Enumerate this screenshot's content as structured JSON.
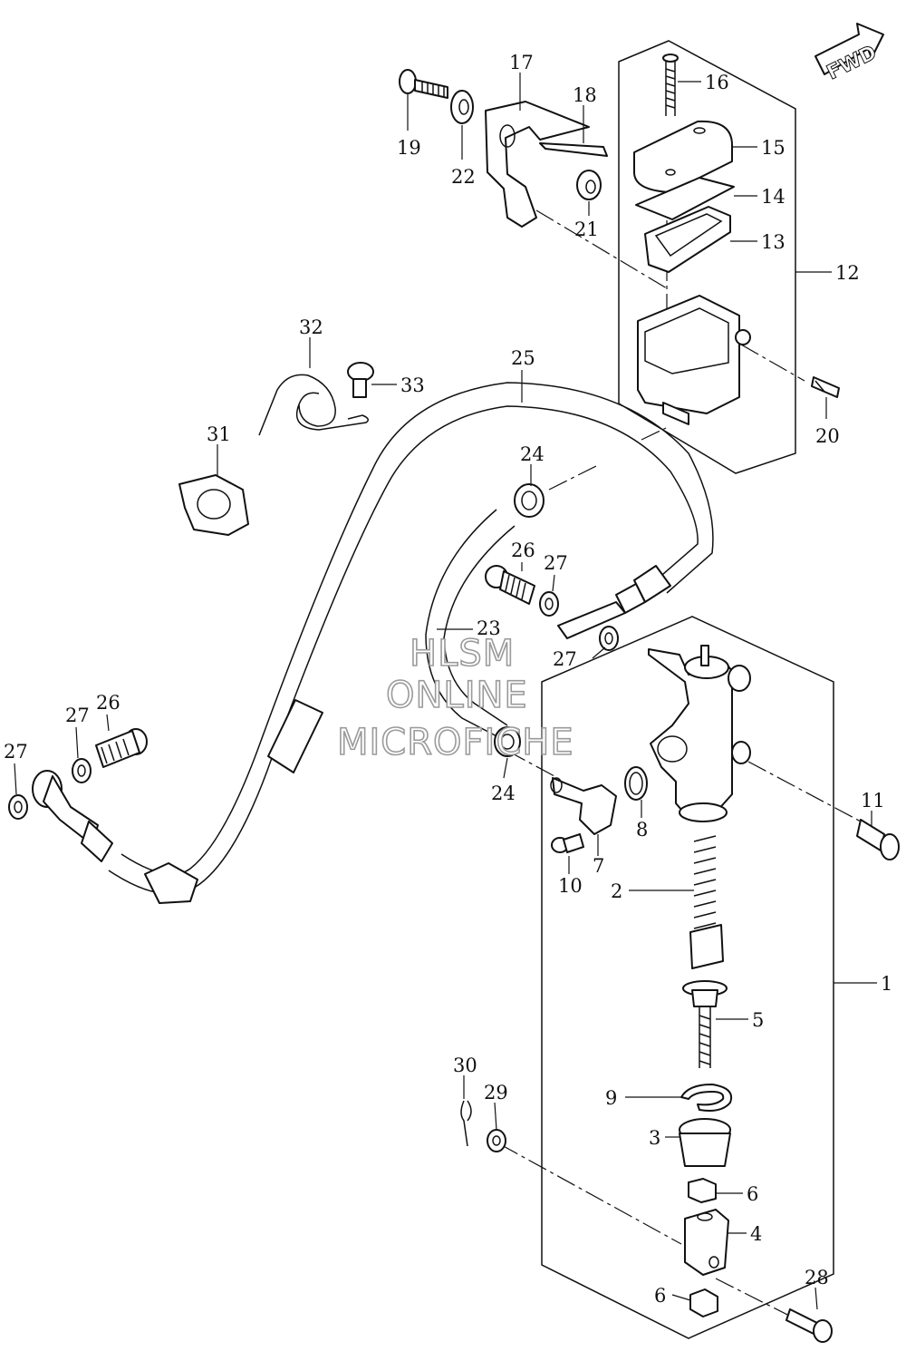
{
  "diagram": {
    "direction_label": "FWD",
    "watermark": {
      "line1": "HLSM",
      "line2": "ONLINE",
      "line3": "MICROFICHE"
    },
    "callouts": [
      "1",
      "2",
      "3",
      "4",
      "5",
      "6",
      "6",
      "7",
      "8",
      "9",
      "10",
      "11",
      "12",
      "13",
      "14",
      "15",
      "16",
      "17",
      "18",
      "19",
      "20",
      "21",
      "22",
      "23",
      "24",
      "24",
      "25",
      "26",
      "26",
      "27",
      "27",
      "27",
      "27",
      "28",
      "29",
      "30",
      "31",
      "32",
      "33"
    ]
  }
}
